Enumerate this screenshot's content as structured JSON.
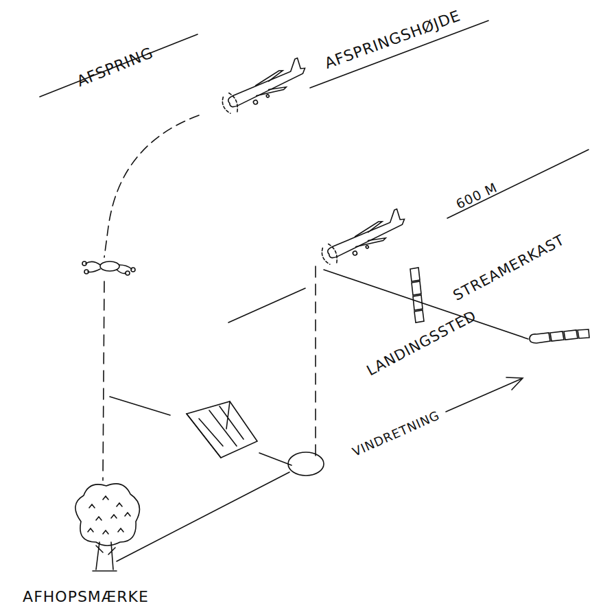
{
  "diagram": {
    "labels": [
      "AFSPRING",
      "AFSPRINGSHØJDE",
      "600 M",
      "STREAMERKAST",
      "LANDINGSSTED",
      "VINDRETNING",
      "AFHOPSMÆRKE"
    ]
  }
}
